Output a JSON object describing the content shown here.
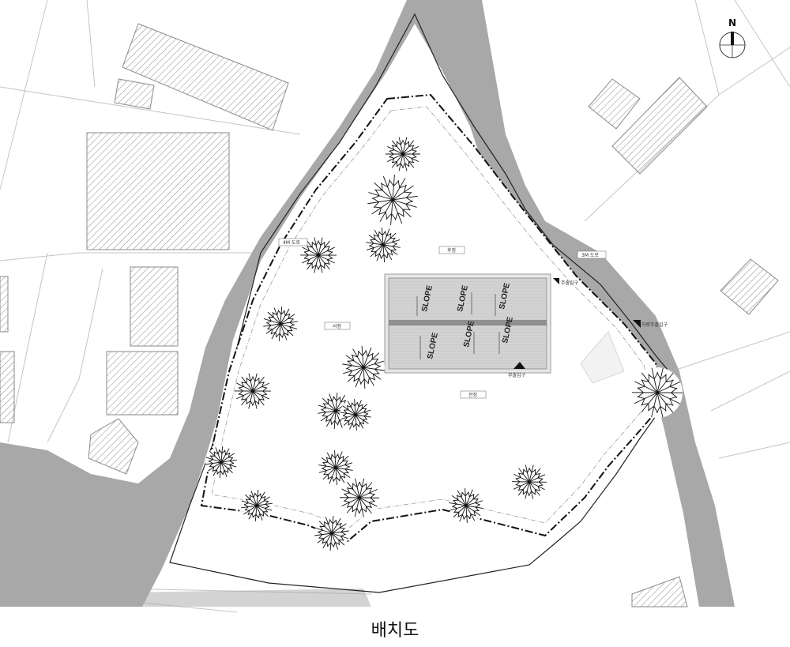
{
  "caption": "배치도",
  "compass": {
    "north": "N"
  },
  "roads": {
    "west": "4M 도로",
    "east": "3M 도로"
  },
  "zones": {
    "back_yard": "후정",
    "west_yard": "서정",
    "front_yard": "전정"
  },
  "entrances": {
    "main": "주출입구",
    "sub": "부출입구",
    "vehicle": "차량주출입구"
  },
  "roof": {
    "slope_label": "SLOPE"
  },
  "colors": {
    "road": "#a8a8a8",
    "hatch": "#8a8a8a",
    "line": "#222222"
  }
}
